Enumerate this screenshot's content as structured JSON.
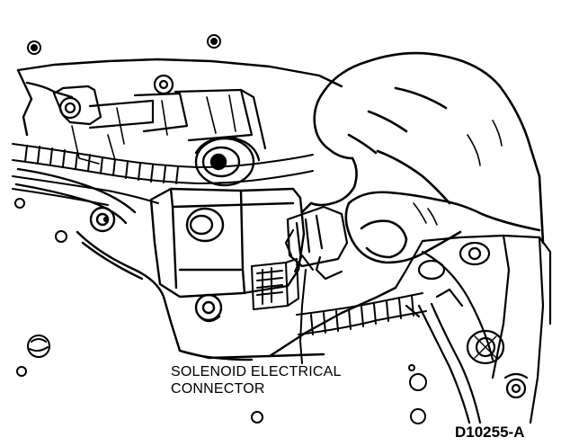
{
  "callout": {
    "line1": "SOLENOID ELECTRICAL",
    "line2": "CONNECTOR"
  },
  "figure_id": "D10255-A",
  "colors": {
    "ink": "#000000",
    "paper": "#ffffff"
  }
}
